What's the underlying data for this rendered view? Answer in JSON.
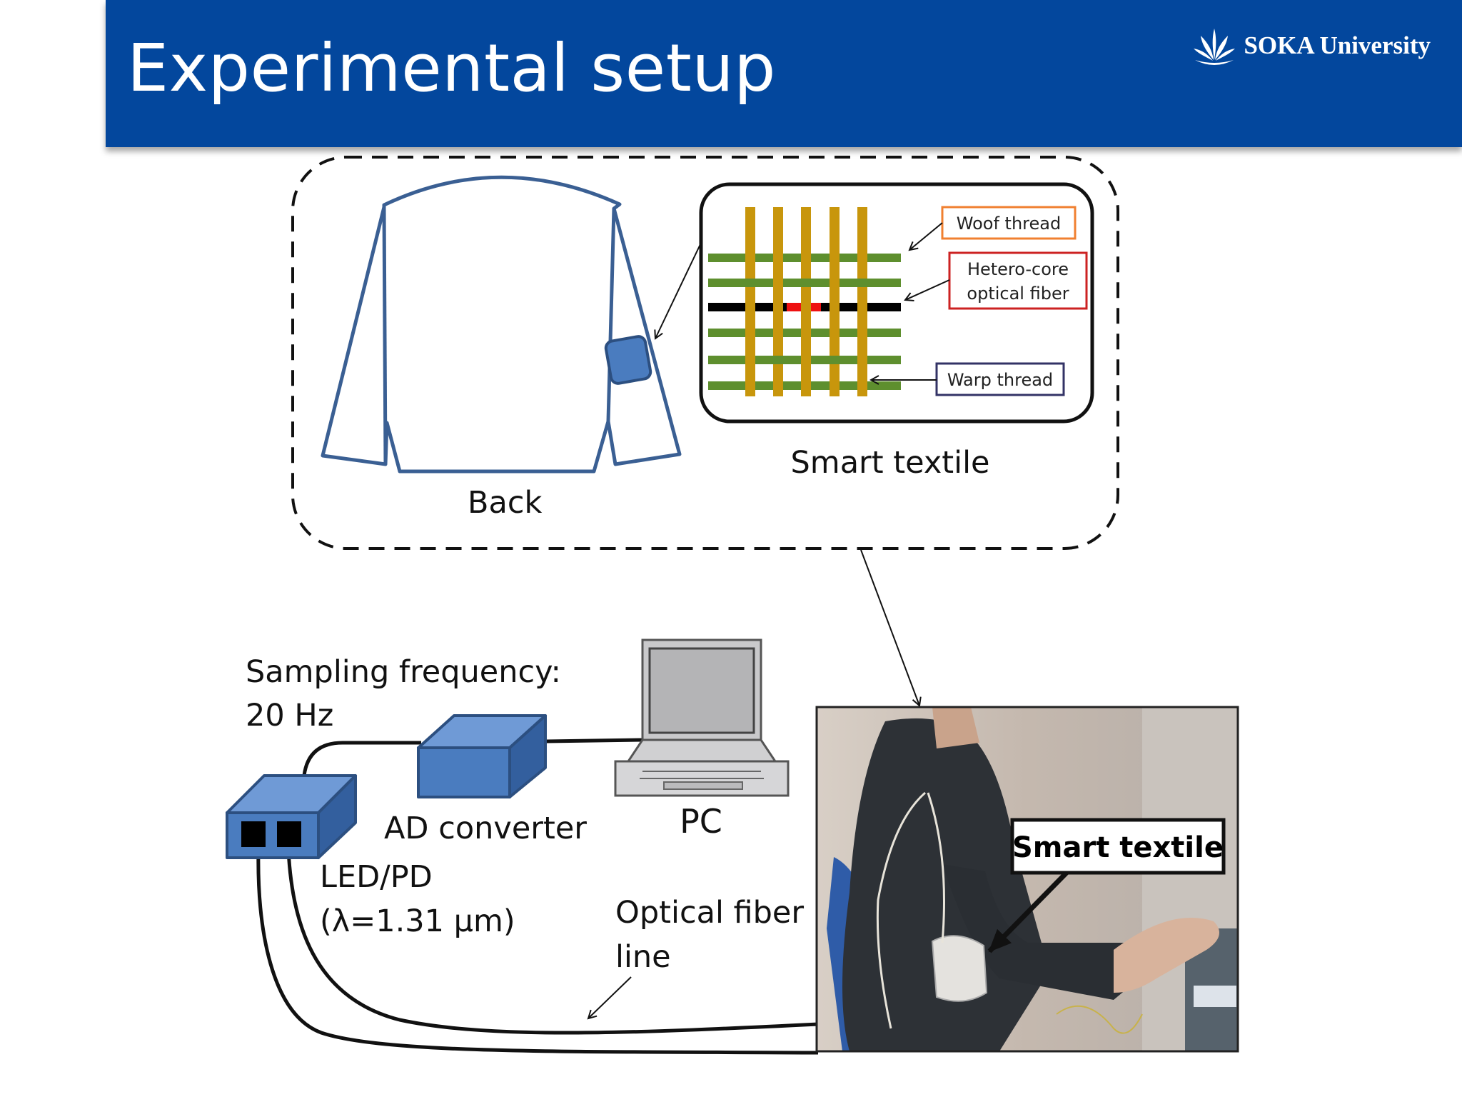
{
  "header": {
    "title": "Experimental setup",
    "logo_text": "SOKA University",
    "bg_color": "#03479d"
  },
  "detail": {
    "shirt_label": "Back",
    "textile_label": "Smart textile",
    "callouts": {
      "woof": "Woof thread",
      "hetero_line1": "Hetero-core",
      "hetero_line2": "optical fiber",
      "warp": "Warp thread"
    }
  },
  "system": {
    "sampling_line1": "Sampling frequency:",
    "sampling_line2": "20 Hz",
    "ad_converter": "AD converter",
    "pc": "PC",
    "led_pd_line1": "LED/PD",
    "led_pd_line2": "(λ=1.31 μm)",
    "fiber_line1": "Optical fiber",
    "fiber_line2": "line",
    "photo_callout": "Smart textile"
  },
  "colors": {
    "device_blue": "#4a7cbf",
    "device_dark": "#2c4f80",
    "warp_gold": "#c8960c",
    "woof_green": "#5e8f2e",
    "sensor_red": "#ee1111",
    "woof_box": "#f08030",
    "hetero_box": "#cc2222",
    "warp_box": "#333366"
  }
}
